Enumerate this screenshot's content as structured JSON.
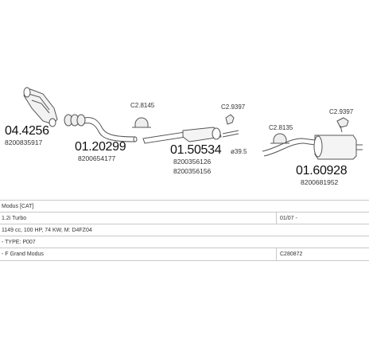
{
  "parts": [
    {
      "code": "04.4256",
      "ref": "8200835917"
    },
    {
      "code": "01.20299",
      "ref": "8200654177"
    },
    {
      "code": "01.50534",
      "ref1": "8200356126",
      "ref2": "8200356156"
    },
    {
      "code": "01.60928",
      "ref": "8200681952"
    }
  ],
  "fittings": [
    "C2.8145",
    "C2.9397",
    "C2.8135",
    "C2.9397"
  ],
  "pipe_diameter": "ø39.5",
  "table": {
    "rows": [
      {
        "left": "Modus [CAT]",
        "right": ""
      },
      {
        "left": "1.2i Turbo",
        "right": "01/07 -"
      },
      {
        "left": "1149 cc, 100 HP, 74 KW, M: D4FZ04",
        "right": ""
      },
      {
        "left": "- TYPE: P007",
        "right": ""
      },
      {
        "left": "- F Grand Modus",
        "right": "C280872"
      }
    ]
  },
  "colors": {
    "line": "#555555",
    "rule": "#c8c8c8"
  }
}
